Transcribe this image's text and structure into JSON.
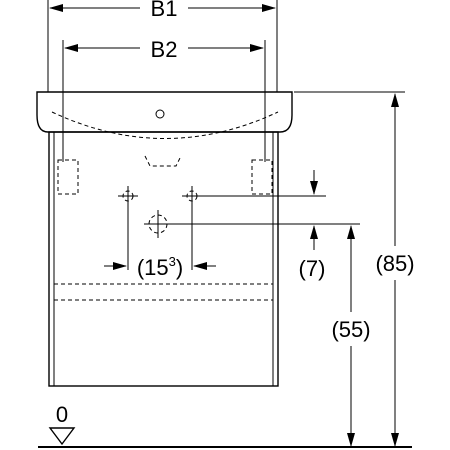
{
  "dimensions": {
    "b1": "B1",
    "b2": "B2",
    "d15_open": "(15",
    "d15_sup": "3",
    "d15_close": ")",
    "d7": "(7)",
    "d85": "(85)",
    "d55": "(55)",
    "zero": "0"
  },
  "colors": {
    "ink": "#000000",
    "paper": "#ffffff"
  }
}
